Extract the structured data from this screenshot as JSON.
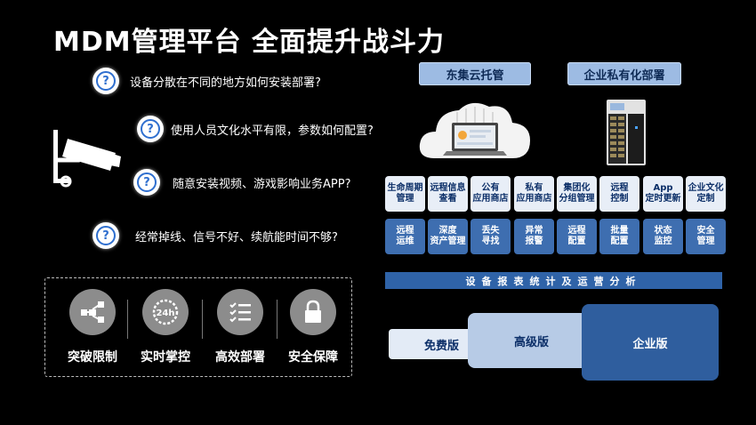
{
  "title": "MDM管理平台 全面提升战斗力",
  "questions": [
    "设备分散在不同的地方如何安装部署?",
    "使用人员文化水平有限，参数如何配置?",
    "随意安装视频、游戏影响业务APP?",
    "经常掉线、信号不好、续航能时间不够?"
  ],
  "features": [
    "突破限制",
    "实时掌控",
    "高效部署",
    "安全保障"
  ],
  "icon_names": [
    "question-icon",
    "surveillance-camera-icon",
    "share-network-icon",
    "clock-24h-icon",
    "checklist-icon",
    "lock-icon",
    "cloud-laptop-icon",
    "server-icon"
  ],
  "deployments": {
    "cloud": "东集云托管",
    "private": "企业私有化部署"
  },
  "modules_row1": [
    "生命周期\n管理",
    "远程信息\n查看",
    "公有\n应用商店",
    "私有\n应用商店",
    "集团化\n分组管理",
    "远程\n控制",
    "App\n定时更新",
    "企业文化\n定制"
  ],
  "modules_row2": [
    "远程\n运维",
    "深度\n资产管理",
    "丢失\n寻找",
    "异常\n报警",
    "远程\n配置",
    "批量\n配置",
    "状态\n监控",
    "安全\n管理"
  ],
  "analytics_bar": "设备报表统计及运营分析",
  "plans": {
    "free": "免费版",
    "advanced": "高级版",
    "enterprise": "企业版"
  },
  "colors": {
    "accent": "#2f63a8",
    "tile_light": "#e8eef7",
    "tile_dark": "#3e6eb0",
    "head_button": "#9dbbe3"
  }
}
